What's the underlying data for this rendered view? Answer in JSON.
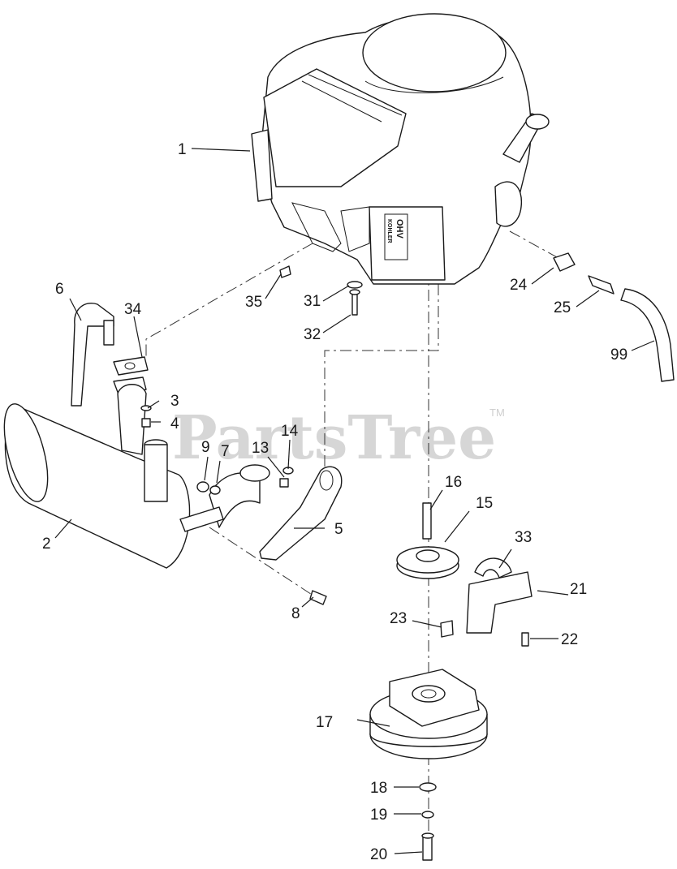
{
  "watermark": {
    "text": "PartsTree",
    "trademark": "TM"
  },
  "engine_label": {
    "line1": "OHV",
    "line2": "KOHLER"
  },
  "callouts": [
    "1",
    "2",
    "3",
    "4",
    "5",
    "6",
    "7",
    "8",
    "9",
    "13",
    "14",
    "15",
    "16",
    "17",
    "18",
    "19",
    "20",
    "21",
    "22",
    "23",
    "24",
    "25",
    "31",
    "32",
    "33",
    "34",
    "35",
    "99"
  ]
}
